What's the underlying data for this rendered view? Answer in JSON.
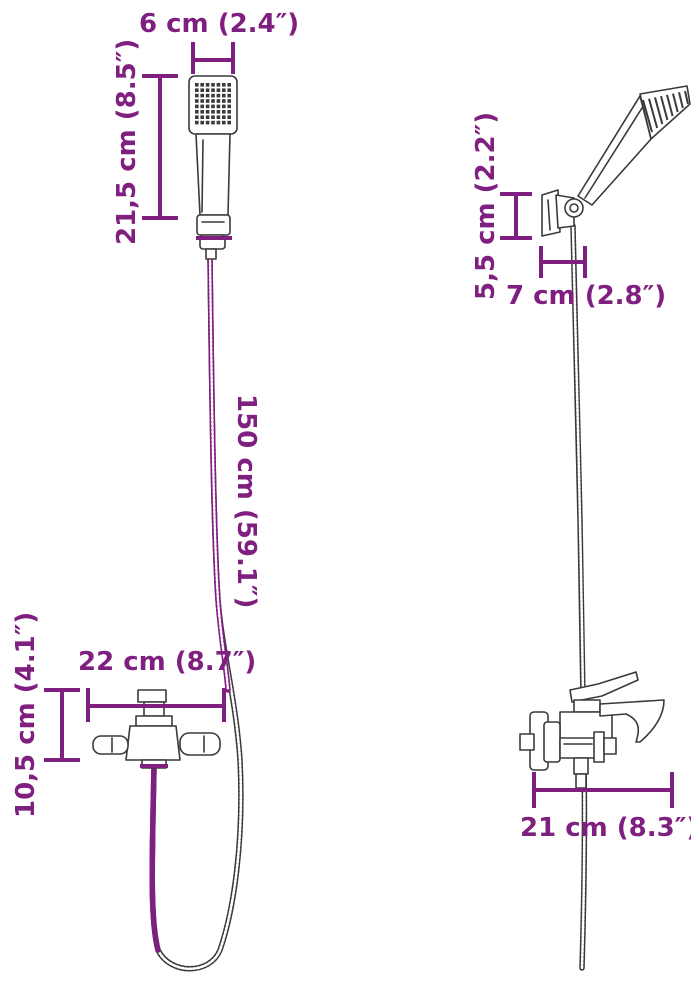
{
  "colors": {
    "dimension": "#7f1f7f",
    "drawing": "#3a3a3a",
    "background": "#ffffff"
  },
  "left_view": {
    "head_width": "6 cm (2.4″)",
    "head_length": "21,5 cm (8.5″)",
    "hose_length": "150 cm (59.1″)",
    "faucet_width": "22 cm (8.7″)",
    "faucet_height": "10,5 cm (4.1″)"
  },
  "right_view": {
    "holder_height": "5,5 cm (2.2″)",
    "holder_width": "7 cm (2.8″)",
    "faucet_length": "21 cm (8.3″)"
  }
}
